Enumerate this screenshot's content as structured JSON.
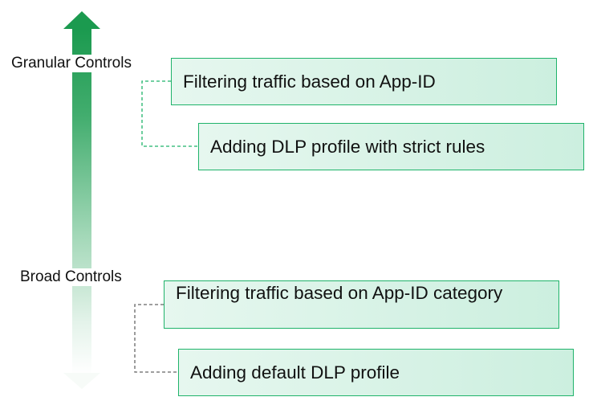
{
  "axis": {
    "top_label": "Granular Controls",
    "bottom_label": "Broad Controls"
  },
  "granular_items": [
    {
      "text": "Filtering traffic based on App-ID"
    },
    {
      "text": "Adding DLP profile with strict rules"
    }
  ],
  "broad_items": [
    {
      "text": "Filtering traffic based on App-ID category"
    },
    {
      "text": "Adding default DLP profile"
    }
  ],
  "colors": {
    "arrow_dark": "#1b9a4f",
    "box_border": "#1fb36a",
    "box_fill": "#dff5ea",
    "connector_top": "#1fb36a",
    "connector_bottom": "#666666"
  }
}
